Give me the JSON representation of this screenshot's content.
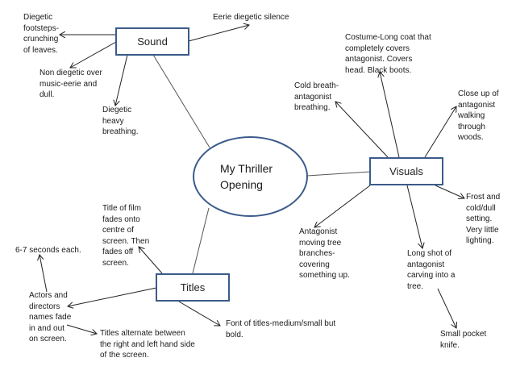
{
  "center": {
    "label": "My Thriller Opening",
    "line1": "My Thriller",
    "line2": "Opening"
  },
  "branches": {
    "sound": {
      "label": "Sound"
    },
    "visuals": {
      "label": "Visuals"
    },
    "titles": {
      "label": "Titles"
    }
  },
  "notes": {
    "sound_footsteps": "Diegetic\nfootsteps-\ncrunching\nof leaves.",
    "sound_silence": "Eerie diegetic silence",
    "sound_music": "Non diegetic over\nmusic-eerie and\ndull.",
    "sound_breathing": "Diegetic\nheavy\nbreathing.",
    "vis_costume": "Costume-Long coat that\ncompletely covers\nantagonist. Covers\nhead. Black boots.",
    "vis_cold_breath": "Cold breath-\nantagonist\nbreathing.",
    "vis_closeup": "Close up of\nantagonist\nwalking\nthrough\nwoods.",
    "vis_frost": "Frost and\ncold/dull\nsetting.\nVery little\nlighting.",
    "vis_branches": "Antagonist\nmoving tree\nbranches-\ncovering\nsomething up.",
    "vis_longshot": "Long shot of\nantagonist\ncarving into a\ntree.",
    "vis_knife": "Small pocket\nknife.",
    "titles_film": "Title of film\nfades onto\ncentre of\nscreen. Then\nfades off\nscreen.",
    "titles_seconds": "6-7 seconds each.",
    "titles_actors": "Actors and\ndirectors\nnames fade\nin and out\non screen.",
    "titles_alternate": "Titles alternate between\nthe right and left hand side\nof the screen.",
    "titles_font": "Font of titles-medium/small but\nbold."
  },
  "colors": {
    "node_border": "#3b5b8a",
    "line": "#222222",
    "text": "#1a1a1a"
  }
}
